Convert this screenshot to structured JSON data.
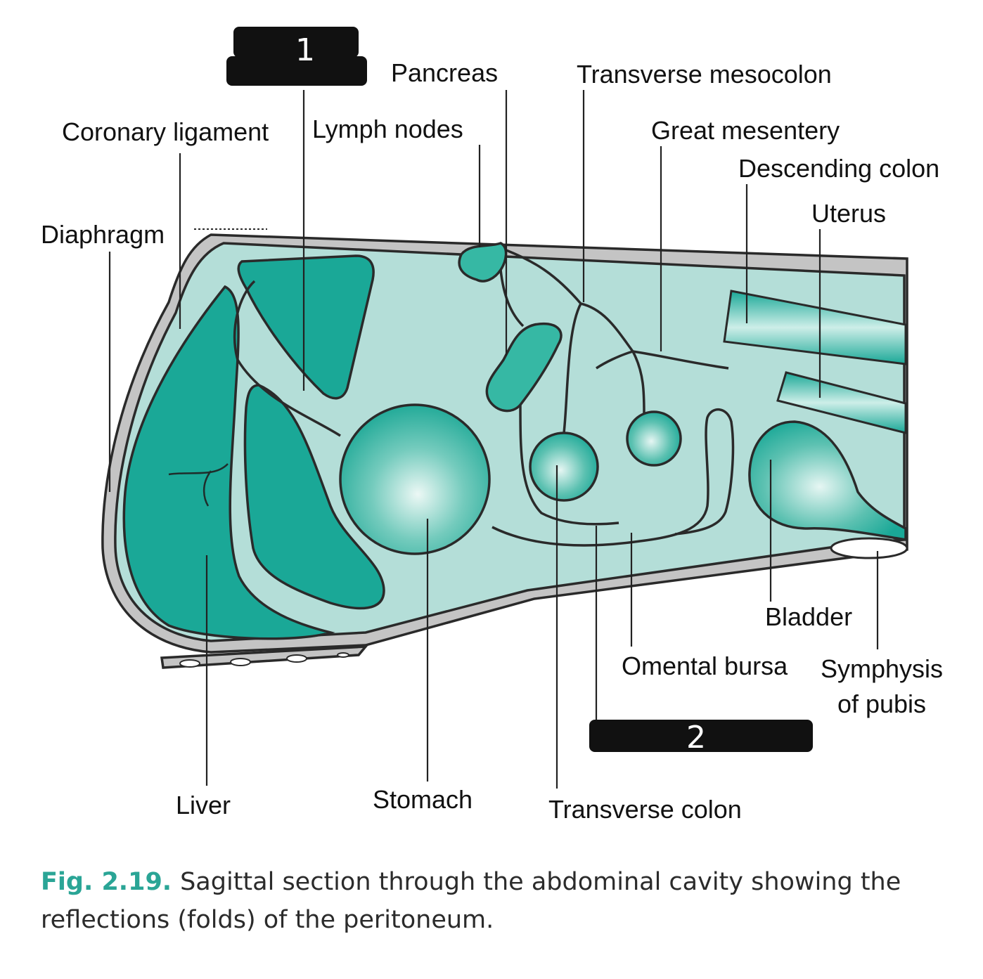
{
  "figure": {
    "number": "Fig. 2.19.",
    "caption": "Sagittal section through the abdominal cavity showing the reflections (folds) of the peritoneum."
  },
  "labels": {
    "lesser_omentum": "1",
    "greater_omentum": "2",
    "pancreas": "Pancreas",
    "transverse_mesocolon": "Transverse mesocolon",
    "coronary_ligament": "Coronary ligament",
    "lymph_nodes": "Lymph nodes",
    "great_mesentery": "Great mesentery",
    "descending_colon": "Descending colon",
    "uterus": "Uterus",
    "diaphragm": "Diaphragm",
    "bladder": "Bladder",
    "omental_bursa": "Omental bursa",
    "symphysis_line1": "Symphysis",
    "symphysis_line2": "of pubis",
    "liver": "Liver",
    "stomach": "Stomach",
    "transverse_colon": "Transverse colon"
  },
  "colors": {
    "cavity": "#b4ded8",
    "organ": "#1aa897",
    "organ_light": "#e6f6f3",
    "wall": "#c4c4c4",
    "caption_accent": "#2aa596"
  }
}
